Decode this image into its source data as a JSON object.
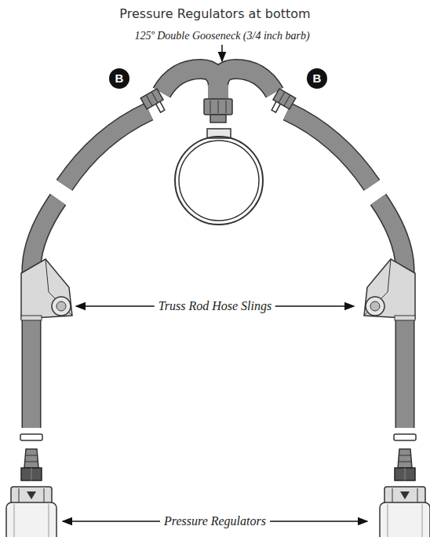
{
  "diagram": {
    "title": "Pressure Regulators at bottom",
    "labels": [
      "125º Double Gooseneck (3/4 inch barb)",
      "B",
      "B",
      "Truss Rod Hose Slings",
      "Pressure Regulators"
    ]
  }
}
